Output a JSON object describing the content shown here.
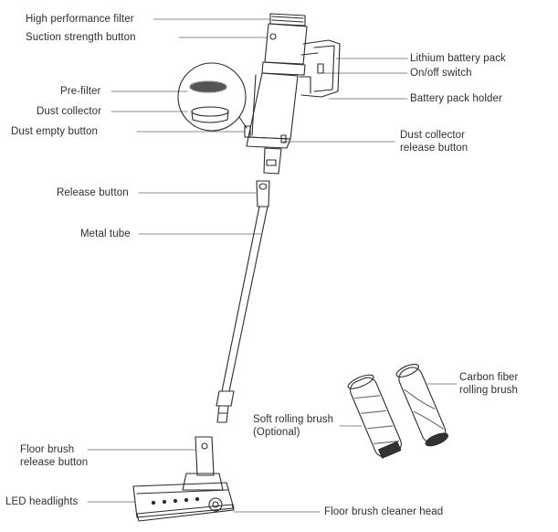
{
  "labels": {
    "high_performance_filter": "High performance filter",
    "suction_strength_button": "Suction strength button",
    "pre_filter": "Pre-filter",
    "dust_collector": "Dust collector",
    "dust_empty_button": "Dust empty button",
    "lithium_battery_pack": "Lithium battery pack",
    "on_off_switch": "On/off switch",
    "battery_pack_holder": "Battery pack holder",
    "dust_collector_release_button_1": "Dust collector",
    "dust_collector_release_button_2": "release button",
    "release_button": "Release button",
    "metal_tube": "Metal tube",
    "carbon_fiber_rolling_brush_1": "Carbon fiber",
    "carbon_fiber_rolling_brush_2": "rolling brush",
    "soft_rolling_brush_1": "Soft rolling brush",
    "soft_rolling_brush_2": "(Optional)",
    "floor_brush_release_button_1": "Floor brush",
    "floor_brush_release_button_2": "release button",
    "led_headlights": "LED headlights",
    "floor_brush_cleaner_head": "Floor brush cleaner head"
  },
  "colors": {
    "line": "#2b2b2b",
    "leader": "#555555",
    "text": "#2e2e2e"
  }
}
